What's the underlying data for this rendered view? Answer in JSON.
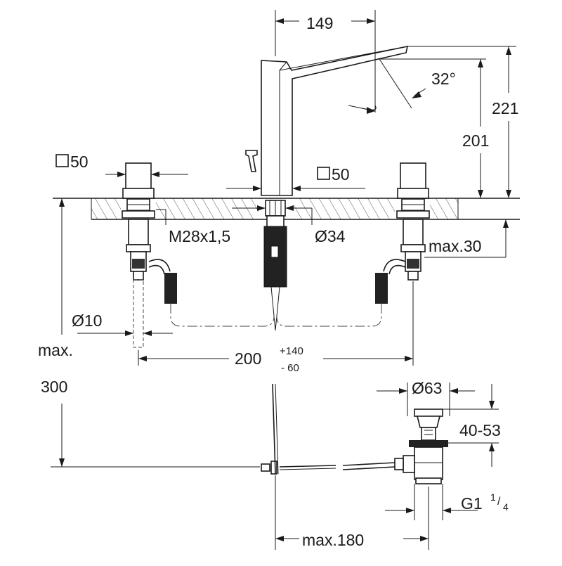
{
  "drawing": {
    "dimensions": {
      "spout_reach": "149",
      "spout_angle": "32°",
      "total_height": "221",
      "spout_height": "201",
      "handle_square_left": "50",
      "spout_square": "50",
      "thread": "M28x1,5",
      "hole_diameter": "Ø34",
      "max_deck_thickness": "max.30",
      "hose_diameter": "Ø10",
      "spacing_nominal": "200",
      "spacing_plus": "+140",
      "spacing_minus": "- 60",
      "max_label": "max.",
      "max_value": "300",
      "drain_diameter": "Ø63",
      "drain_height": "40-53",
      "drain_thread": "G1",
      "drain_thread_num": "1",
      "drain_thread_den": "4",
      "max_reach": "max.180"
    }
  }
}
